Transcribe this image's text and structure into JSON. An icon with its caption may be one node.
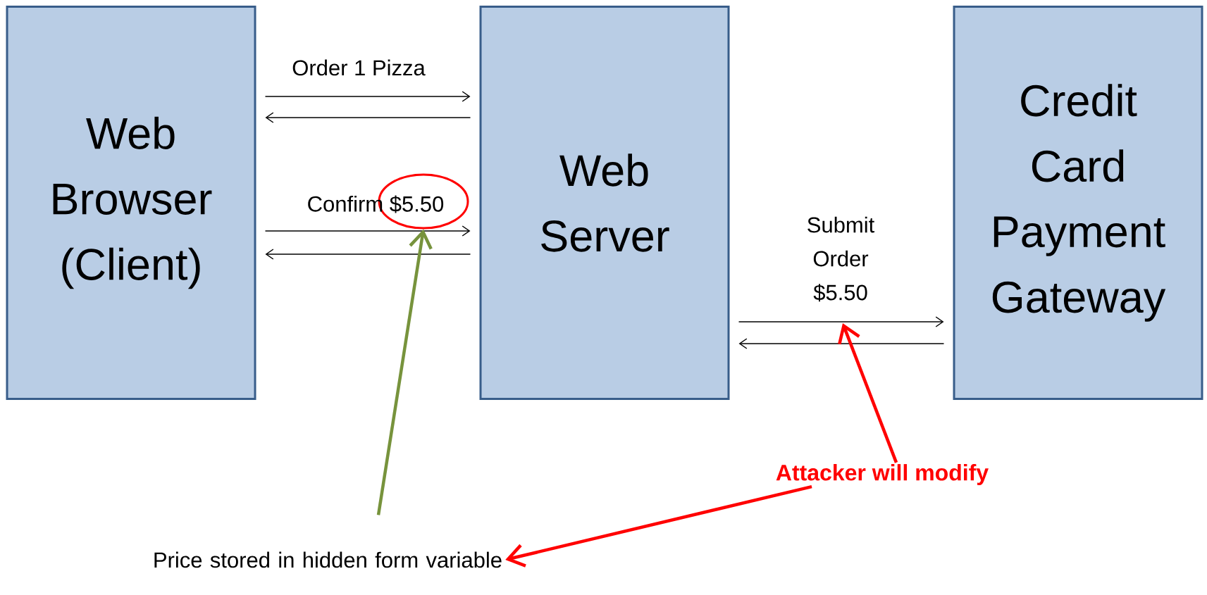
{
  "diagram": {
    "nodes": [
      {
        "text": [
          "Web Browser (Client)"
        ]
      },
      {
        "text": [
          "Web Server"
        ]
      },
      {
        "text": [
          "Credit Card Payment Gateway"
        ]
      },
      {
        "text": [],
        "shape": "ellipse"
      },
      {
        "text": [
          "Price stored in hidden form variable"
        ]
      },
      {
        "text": [
          "Attacker will modify"
        ]
      }
    ],
    "edges": [
      {
        "from": 0,
        "to": 1,
        "arrow": "to",
        "label": "Order 1 Pizza"
      },
      {
        "from": 1,
        "to": 0,
        "arrow": "to"
      },
      {
        "from": 0,
        "to": 1,
        "arrow": "to",
        "label": "Confirm $5.50"
      },
      {
        "from": 1,
        "to": 0,
        "arrow": "to"
      },
      {
        "from": 1,
        "to": 2,
        "arrow": "to",
        "label": "Submit Order $5.50"
      },
      {
        "from": 2,
        "to": 1,
        "arrow": "to"
      },
      {
        "from": 4,
        "to": 3,
        "arrow": "to",
        "style": "thick",
        "color": "#77933c"
      },
      {
        "from": 5,
        "to": null,
        "arrow": "to",
        "style": "thick",
        "color": "#ff0000"
      },
      {
        "from": 5,
        "to": 4,
        "arrow": "to",
        "style": "thick",
        "color": "#ff0000"
      }
    ]
  }
}
